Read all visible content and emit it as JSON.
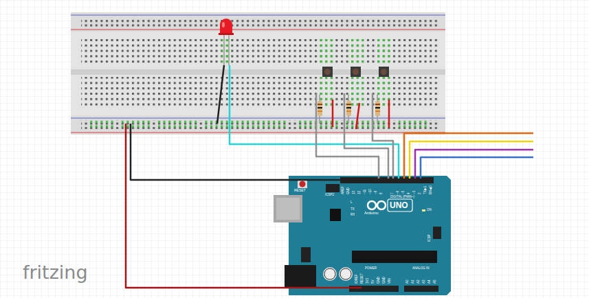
{
  "diagram": {
    "labels": [
      "fritzing",
      "RESET",
      "ICSP2",
      "AREF",
      "GND",
      "13",
      "12",
      "~11",
      "~10",
      "~9",
      "8",
      "7",
      "~6",
      "~5",
      "4",
      "~3",
      "2",
      "TX▶1",
      "RX◀0",
      "DIGITAL (PWM~)",
      "Arduino",
      "UNO",
      "TX",
      "RX",
      "L",
      "ON",
      "ICSP",
      "POWER",
      "IOREF",
      "RESET",
      "3V3",
      "5V",
      "GND",
      "GND",
      "VIN",
      "ANALOG IN",
      "A0",
      "A1",
      "A2",
      "A3",
      "A4",
      "A5"
    ]
  }
}
